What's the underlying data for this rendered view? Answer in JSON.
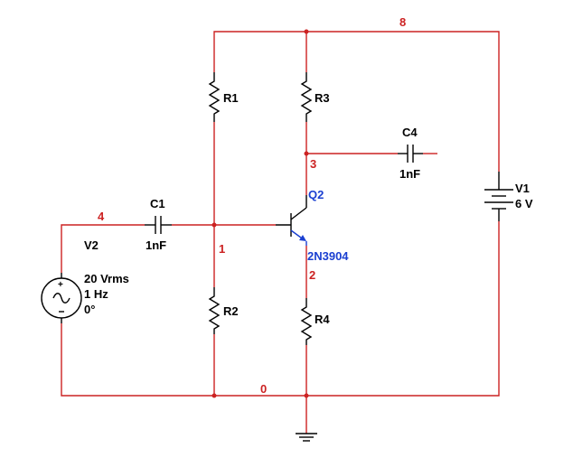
{
  "nets": {
    "n8": "8",
    "n4": "4",
    "n3": "3",
    "n2": "2",
    "n1": "1",
    "n0": "0"
  },
  "components": {
    "r1": {
      "name": "R1"
    },
    "r2": {
      "name": "R2"
    },
    "r3": {
      "name": "R3"
    },
    "r4": {
      "name": "R4"
    },
    "c1": {
      "name": "C1",
      "value": "1nF"
    },
    "c4": {
      "name": "C4",
      "value": "1nF"
    },
    "q2": {
      "name": "Q2",
      "model": "2N3904"
    },
    "v1": {
      "name": "V1",
      "value": "6 V"
    },
    "v2": {
      "name": "V2",
      "amplitude": "20 Vrms",
      "frequency": "1 Hz",
      "phase": "0°"
    }
  },
  "colors": {
    "wire": "#cc2222",
    "component": "#000000",
    "transistor": "#1a3fd1"
  }
}
